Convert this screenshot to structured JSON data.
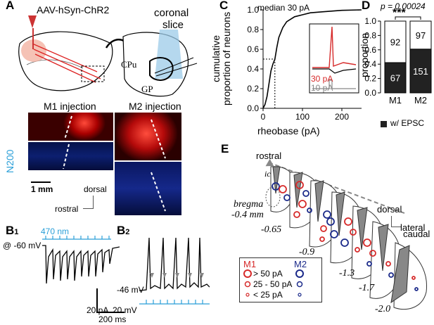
{
  "panel_letters": {
    "A": "A",
    "B1": "B",
    "B1_sub": "1",
    "B2": "B",
    "B2_sub": "2",
    "C": "C",
    "D": "D",
    "E": "E"
  },
  "panelA": {
    "virus": "AAV-hSyn-ChR2",
    "slice_title1": "coronal",
    "slice_title2": "slice",
    "cpu": "CPu",
    "gp": "GP",
    "m1_injection": "M1 injection",
    "m2_injection": "M2 injection",
    "n200": "N200",
    "scale": "1 mm",
    "dorsal": "dorsal",
    "rostral": "rostral"
  },
  "panelB": {
    "stim": "470 nm",
    "vm1": "@ -60 mV",
    "vm2": "-46 mV",
    "scale_pa": "20 pA",
    "scale_mv": "20 mV",
    "scale_ms": "200 ms"
  },
  "panelC": {
    "median": "median 30 pA",
    "ylabel1": "cumulative",
    "ylabel2": "proportion of neurons",
    "xlabel": "rheobase (pA)",
    "inset_30": "30 pA",
    "inset_10": "10 pA",
    "chart_data": {
      "type": "line",
      "x": [
        0,
        5,
        10,
        15,
        20,
        25,
        30,
        35,
        40,
        50,
        60,
        80,
        100,
        120,
        150,
        200,
        250
      ],
      "y": [
        0,
        0.04,
        0.12,
        0.25,
        0.38,
        0.45,
        0.5,
        0.62,
        0.72,
        0.82,
        0.88,
        0.93,
        0.95,
        0.97,
        0.98,
        0.995,
        1.0
      ],
      "xlim": [
        0,
        250
      ],
      "ylim": [
        0,
        1.0
      ],
      "xticks": [
        "0",
        "100",
        "200"
      ],
      "yticks": [
        "0.0",
        "0.2",
        "0.4",
        "0.6",
        "0.8",
        "1.0"
      ]
    }
  },
  "panelD": {
    "pvalue": "p = 0.00024",
    "stars": "***",
    "ylabel": "proportion",
    "legend": "w/ EPSC",
    "chart_data": {
      "type": "bar",
      "categories": [
        "M1",
        "M2"
      ],
      "series": [
        {
          "name": "w/ EPSC",
          "values": [
            67,
            151
          ]
        },
        {
          "values": [
            92,
            97
          ]
        }
      ],
      "ylim": [
        0,
        1.0
      ],
      "yticks": [
        "0.0",
        "0.2",
        "0.4",
        "0.6",
        "0.8",
        "1.0"
      ]
    }
  },
  "panelE": {
    "rostral": "rostral",
    "ic": "ic",
    "bregma": "bregma",
    "bregma_val": "-0.4 mm",
    "levels": [
      "-0.65",
      "-0.9",
      "-1.3",
      "-1.7",
      "-2.0"
    ],
    "dorsal": "dorsal",
    "lateral": "lateral",
    "caudal": "caudal",
    "legend": {
      "m1": "M1",
      "m2": "M2",
      "rows": [
        "> 50 pA",
        "25 - 50 pA",
        "< 25 pA"
      ]
    },
    "colors": {
      "m1": "#d62a2a",
      "m2": "#1b2a8a"
    }
  }
}
